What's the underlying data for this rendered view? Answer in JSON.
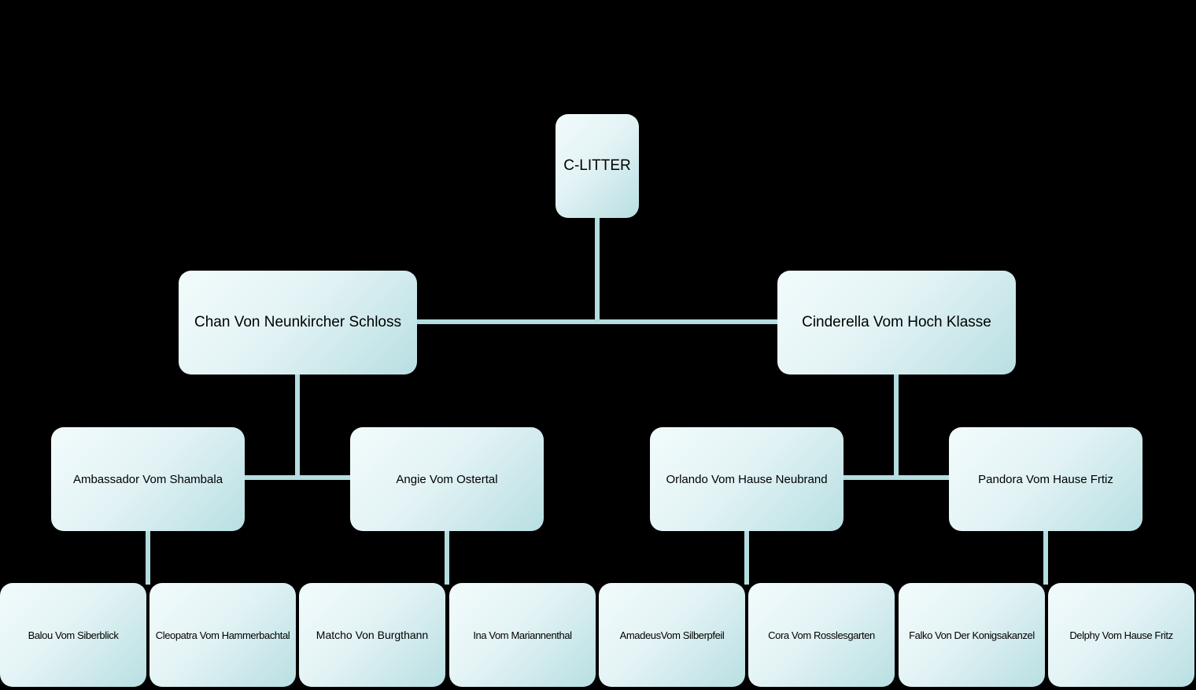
{
  "colors": {
    "background": "#000000",
    "connector": "#b4dde0",
    "box_light": "#f2fbfc",
    "box_dark": "#b8dfe2"
  },
  "root": {
    "label": "C-LITTER"
  },
  "parents": {
    "sire": {
      "label": "Chan Von Neunkircher Schloss"
    },
    "dam": {
      "label": "Cinderella Vom Hoch Klasse"
    }
  },
  "grandparents": {
    "sire_sire": {
      "label": "Ambassador Vom Shambala"
    },
    "sire_dam": {
      "label": "Angie Vom Ostertal"
    },
    "dam_sire": {
      "label": "Orlando Vom Hause Neubrand"
    },
    "dam_dam": {
      "label": "Pandora Vom Hause Frtiz"
    }
  },
  "great_grandparents": [
    {
      "label": "Balou Vom Siberblick"
    },
    {
      "label": "Cleopatra Vom Hammerbachtal"
    },
    {
      "label": "Matcho Von Burgthann"
    },
    {
      "label": "Ina Vom Mariannenthal"
    },
    {
      "label": "AmadeusVom Silberpfeil"
    },
    {
      "label": "Cora Vom Rosslesgarten"
    },
    {
      "label": "Falko Von Der Konigsakanzel"
    },
    {
      "label": "Delphy Vom Hause Fritz"
    }
  ]
}
